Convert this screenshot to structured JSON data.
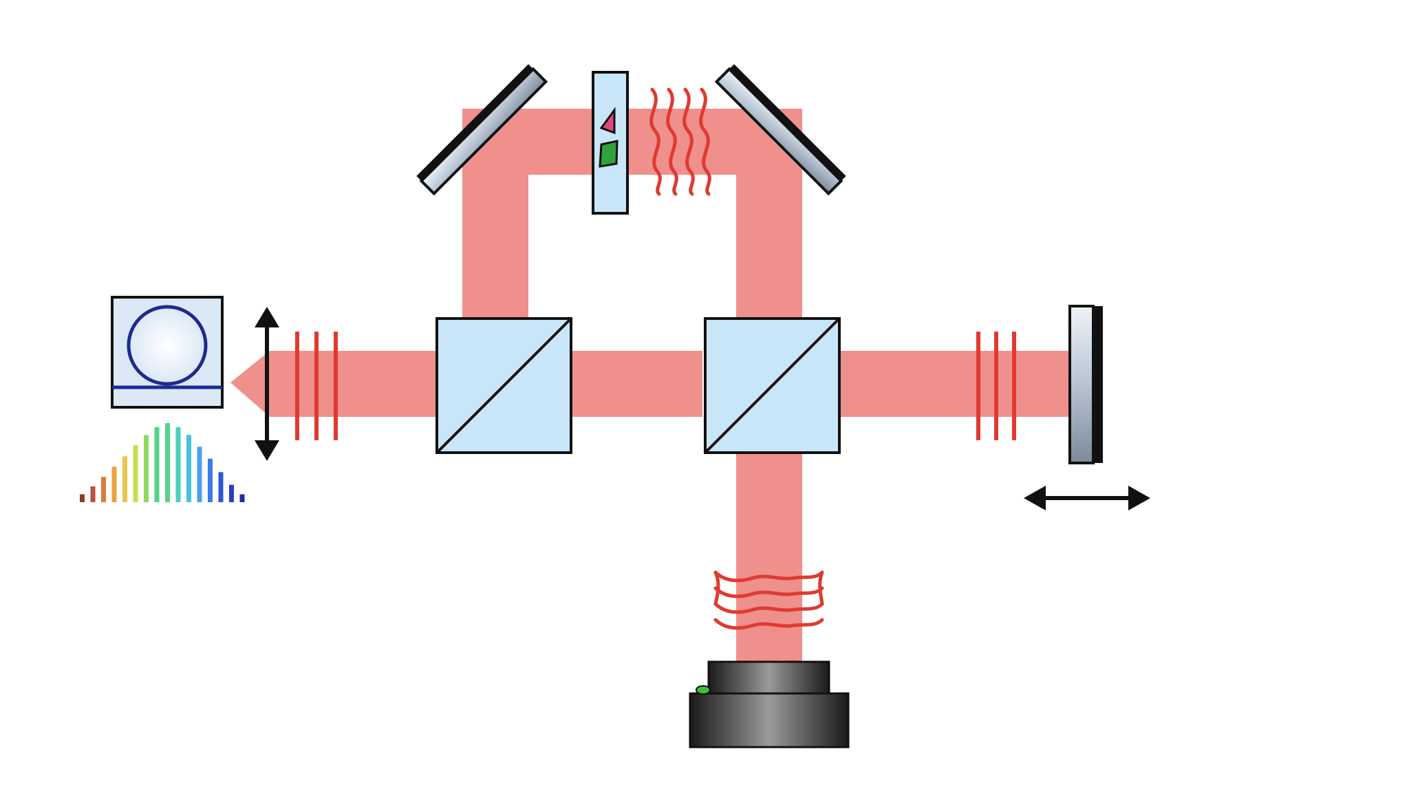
{
  "diagram": {
    "kind": "optical-interferometer-schematic",
    "colors": {
      "beam": "#f0908c",
      "wave": "#e03a30",
      "cube_fill": "#c8e6f8",
      "outline": "#111111",
      "ring": "#1c2a90",
      "sample_triangle": "#e0467a",
      "sample_trapezoid": "#2fa33a"
    },
    "components": [
      {
        "id": "microresonator-source",
        "icon": "ring-resonator-icon"
      },
      {
        "id": "comb-spectrum",
        "icon": "frequency-comb-icon"
      },
      {
        "id": "lens-arrow",
        "icon": "double-arrow-vertical-icon"
      },
      {
        "id": "beamsplitter-1",
        "icon": "beamsplitter-cube-icon"
      },
      {
        "id": "beamsplitter-2",
        "icon": "beamsplitter-cube-icon"
      },
      {
        "id": "mirror-top-left",
        "icon": "mirror-icon"
      },
      {
        "id": "mirror-top-right",
        "icon": "mirror-icon"
      },
      {
        "id": "sample-cell",
        "icon": "sample-cuvette-icon"
      },
      {
        "id": "movable-mirror",
        "icon": "mirror-icon"
      },
      {
        "id": "translation-arrow",
        "icon": "double-arrow-horizontal-icon"
      },
      {
        "id": "detector",
        "icon": "camera-detector-icon"
      }
    ],
    "comb_spectrum_colors": [
      "#8b3a2a",
      "#c0503a",
      "#e07a3a",
      "#f0a040",
      "#e8c84a",
      "#c8dc50",
      "#8fd860",
      "#56d38a",
      "#4ad0b8",
      "#48c0e0",
      "#4aa0ec",
      "#3c7ce8",
      "#2f55d8",
      "#2840c0",
      "#1f2ea0"
    ],
    "comb_spectrum_levels": [
      0.1,
      0.2,
      0.32,
      0.45,
      0.58,
      0.72,
      0.85,
      0.95,
      1.0,
      0.95,
      0.85,
      0.7,
      0.55,
      0.38,
      0.22,
      0.1
    ]
  }
}
